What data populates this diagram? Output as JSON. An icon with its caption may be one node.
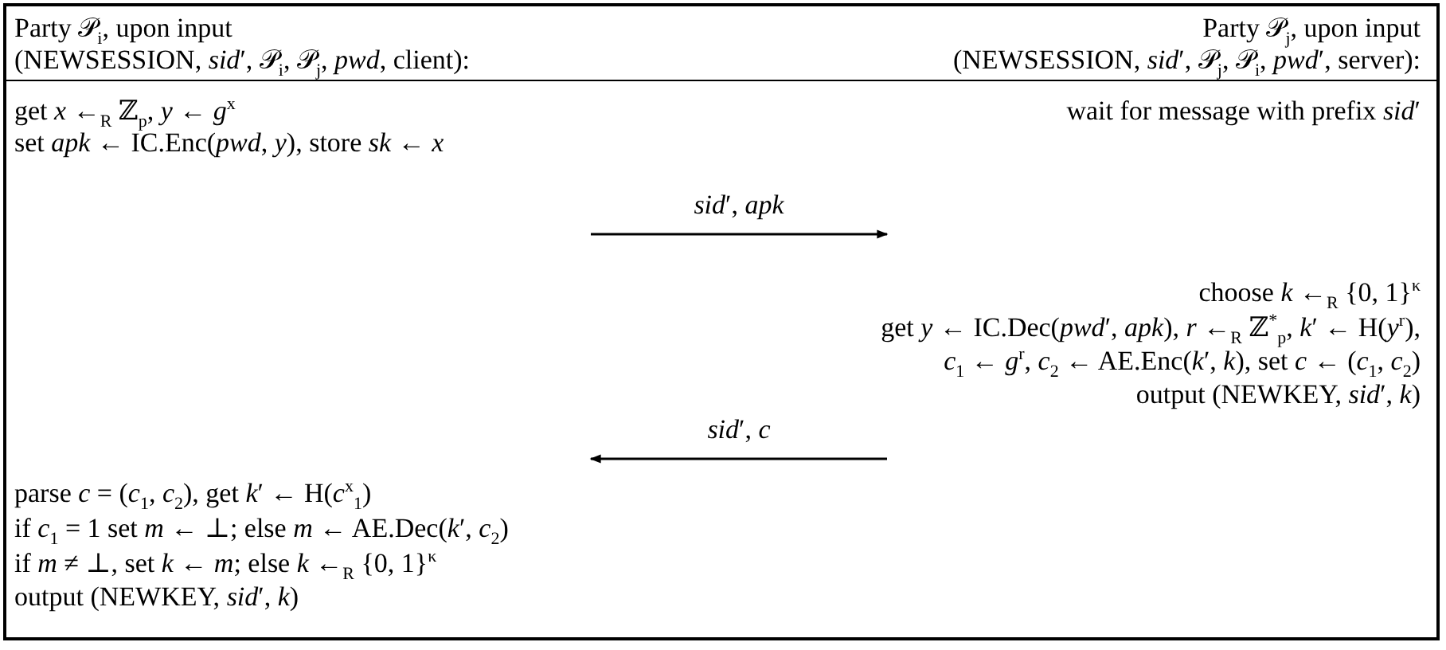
{
  "diagram": {
    "nodes": [
      {
        "text": [
          "Party 𝒫$_{i}$, upon input",
          "(NEWSESSION, *sid*′, 𝒫$_{i}$, 𝒫$_{j}$, *pwd*, client):"
        ]
      },
      {
        "text": [
          "Party 𝒫$_{j}$, upon input",
          "(NEWSESSION, *sid*′, 𝒫$_{j}$, 𝒫$_{i}$, *pwd*′, server):"
        ]
      },
      {
        "text": [
          "get *x* ←$_{R}$ ℤ$_{p}$, *y* ← *g*$^{x}$",
          "set *apk* ← IC.Enc(*pwd*, *y*),  store *sk* ← *x*"
        ]
      },
      {
        "text": [
          "choose *k* ←$_{R}$ {0, 1}$^{κ}$",
          "get *y* ← IC.Dec(*pwd*′, *apk*), *r* ←$_{R}$ ℤ$^{*}$$_{p}$, *k*′ ← H(*y*$^{r}$),",
          "*c*$_{1}$ ← *g*$^{r}$, *c*$_{2}$ ← AE.Enc(*k*′, *k*), set *c* ← (*c*$_{1}$, *c*$_{2}$)",
          "output (NEWKEY, *sid*′, *k*)"
        ]
      },
      {
        "text": [
          "parse *c* = (*c*$_{1}$, *c*$_{2}$), get *k*′ ← H(*c*$^{x}$$_{1}$)",
          "if *c*$_{1}$ = 1 set *m* ← ⊥; else *m* ← AE.Dec(*k*′, *c*$_{2}$)",
          "if *m* ≠ ⊥, set *k* ← *m*; else *k* ←$_{R}$ {0, 1}$^{κ}$",
          "output (NEWKEY, *sid*′, *k*)"
        ]
      }
    ],
    "edges": [
      {
        "from": null,
        "to": 3,
        "arrow": "to",
        "label": "*sid*′, *apk*"
      },
      {
        "from": 3,
        "to": 4,
        "arrow": "to",
        "label": "*sid*′, *c*"
      }
    ],
    "labels": [
      "wait for message with prefix *sid*′"
    ]
  }
}
